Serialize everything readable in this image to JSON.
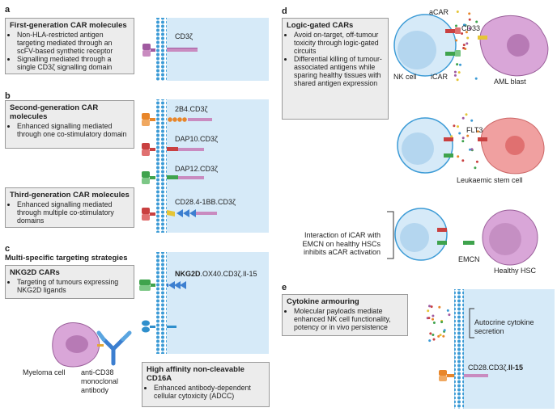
{
  "panels": {
    "a": {
      "letter": "a",
      "title": "First-generation CAR molecules",
      "bullets": [
        "Non-HLA-restricted antigen targeting mediated through an scFV-based synthetic receptor",
        "Signalling mediated through a single CD3ζ signalling domain"
      ],
      "construct": "CD3ζ"
    },
    "b": {
      "letter": "b",
      "box1_title": "Second-generation CAR molecules",
      "box1_bullets": [
        "Enhanced signalling mediated through one co-stimulatory domain"
      ],
      "box2_title": "Third-generation CAR molecules",
      "box2_bullets": [
        "Enhanced signalling mediated through multiple co-stimulatory domains"
      ],
      "constructs": [
        "2B4.CD3ζ",
        "DAP10.CD3ζ",
        "DAP12.CD3ζ",
        "CD28.4-1BB.CD3ζ"
      ]
    },
    "c": {
      "letter": "c",
      "header": "Multi-specific targeting strategies",
      "box_title": "NKG2D CARs",
      "box_bullets": [
        "Targeting of tumours expressing NKG2D ligands"
      ],
      "construct_bold": "NKG2D",
      "construct_rest": ".OX40.CD3ζ.Il-15",
      "myeloma_label": "Myeloma cell",
      "antibody_label": "anti-CD38 monoclonal antibody",
      "cd16_title": "High affinity non-cleavable CD16A",
      "cd16_bullets": [
        "Enhanced antibody-dependent cellular cytoxicity (ADCC)"
      ]
    },
    "d": {
      "letter": "d",
      "box_title": "Logic-gated CARs",
      "box_bullets": [
        "Avoid on-target, off-tumour toxicity through logic-gated circuits",
        "Differential killing of tumour-associated antigens while sparing healthy tissues with shared antigen expression"
      ],
      "acar": "aCAR",
      "icar": "iCAR",
      "cd33": "CD33",
      "nk_cell": "NK cell",
      "aml_blast": "AML blast",
      "flt3": "FLT3",
      "lsc": "Leukaemic stem cell",
      "interaction_text": "Interaction of iCAR with EMCN on healthy HSCs inhibits aCAR activation",
      "emcn": "EMCN",
      "healthy_hsc": "Healthy HSC"
    },
    "e": {
      "letter": "e",
      "box_title": "Cytokine armouring",
      "box_bullets": [
        "Molecular payloads mediate enhanced NK cell functionality, potency or in vivo persistence"
      ],
      "secretion_label": "Autocrine cytokine secretion",
      "construct_rest": "CD28.CD3ζ.",
      "construct_bold": "Il-15"
    }
  },
  "colors": {
    "membrane_blue": "#3c9bd6",
    "panel_bg": "#d6eaf8",
    "scfv_purple": "#a05aa0",
    "cd3z_pink": "#c98bc0",
    "orange": "#e8862a",
    "red": "#c94040",
    "green": "#3fa34d",
    "yellow": "#e5c536",
    "tumour_pink": "#d9a6d8",
    "lsc_red": "#f0a0a0"
  }
}
